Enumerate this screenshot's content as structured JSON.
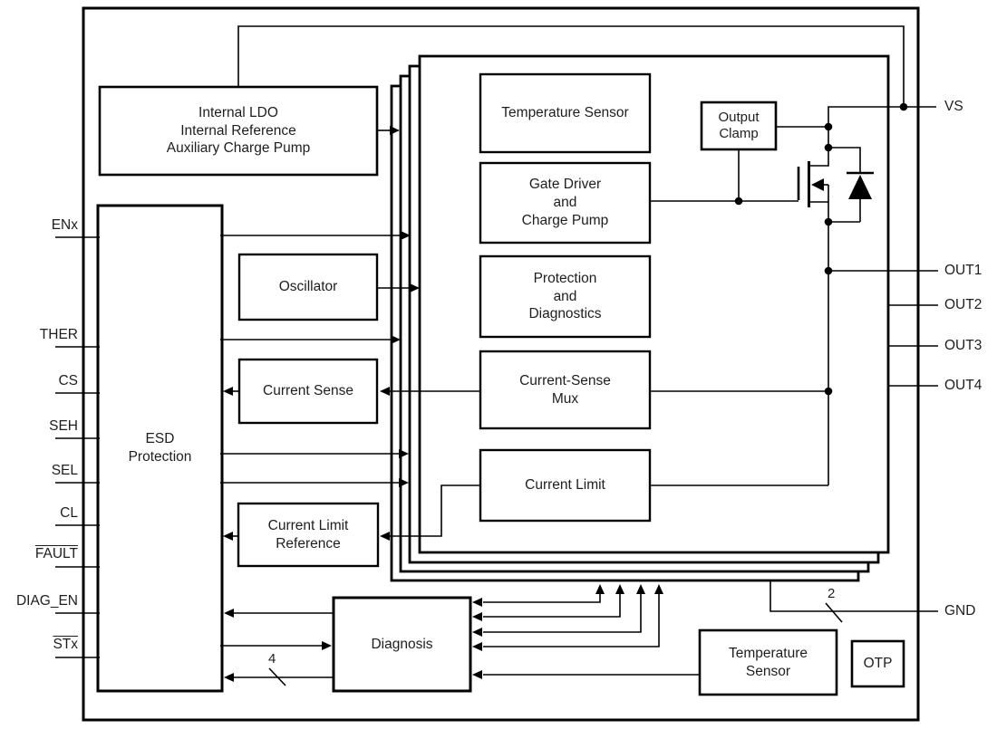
{
  "diagram": {
    "kind": "ic-functional-block-diagram",
    "colors": {
      "line": "#000000",
      "text": "#1e1e1e",
      "background": "#ffffff"
    }
  },
  "pins": {
    "left": [
      {
        "label": "ENx",
        "overline": false
      },
      {
        "label": "THER",
        "overline": false
      },
      {
        "label": "CS",
        "overline": false
      },
      {
        "label": "SEH",
        "overline": false
      },
      {
        "label": "SEL",
        "overline": false
      },
      {
        "label": "CL",
        "overline": false
      },
      {
        "label": "FAULT",
        "overline": true
      },
      {
        "label": "DIAG_EN",
        "overline": false
      },
      {
        "label": "STx",
        "overline": true
      }
    ],
    "right": [
      {
        "label": "VS"
      },
      {
        "label": "OUT1"
      },
      {
        "label": "OUT2"
      },
      {
        "label": "OUT3"
      },
      {
        "label": "OUT4"
      },
      {
        "label": "GND"
      }
    ]
  },
  "blocks": {
    "ldo": "Internal LDO\nInternal Reference\nAuxiliary Charge Pump",
    "esd": "ESD\nProtection",
    "oscillator": "Oscillator",
    "current_sense": "Current Sense",
    "current_limit_ref": "Current Limit\nReference",
    "temp_sensor_channel": "Temperature Sensor",
    "gate_driver": "Gate Driver\nand\nCharge Pump",
    "protection_diag": "Protection\nand\nDiagnostics",
    "cs_mux": "Current-Sense\nMux",
    "current_limit": "Current Limit",
    "output_clamp": "Output\nClamp",
    "diagnosis": "Diagnosis",
    "temp_sensor": "Temperature\nSensor",
    "otp": "OTP"
  },
  "bus_labels": {
    "stx_bus_width": "4",
    "gnd_bus_width": "2"
  }
}
